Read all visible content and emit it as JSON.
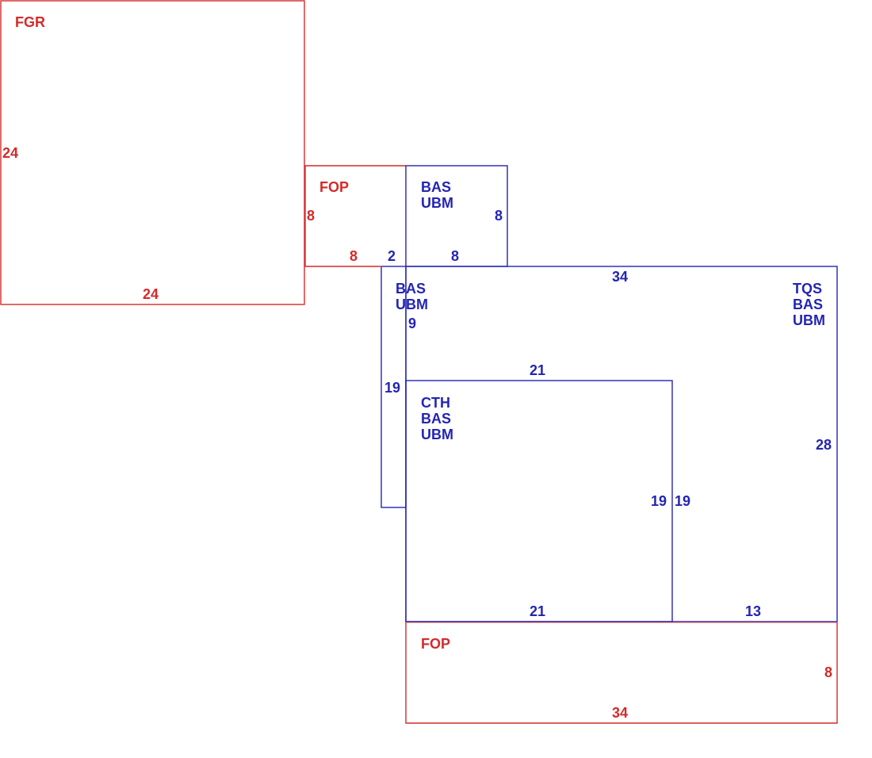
{
  "colors": {
    "red": "#d42a2a",
    "blue": "#2424b4"
  },
  "areas": {
    "fgr": {
      "codes": [
        "FGR"
      ],
      "dims": {
        "left": "24",
        "bottom": "24"
      }
    },
    "fop_top": {
      "codes": [
        "FOP"
      ],
      "dims": {
        "left": "8",
        "bottom": "8"
      }
    },
    "bas_ubm_top": {
      "codes": [
        "BAS",
        "UBM"
      ],
      "dims": {
        "right": "8",
        "bottom": "8"
      }
    },
    "bas_ubm_narrow": {
      "codes": [
        "BAS",
        "UBM"
      ],
      "dims": {
        "top": "2",
        "left": "19",
        "inner": "9"
      }
    },
    "tqs_main": {
      "codes": [
        "TQS",
        "BAS",
        "UBM"
      ],
      "dims": {
        "top": "34",
        "right": "28",
        "bottom_right": "13",
        "inner_right": "19"
      }
    },
    "cth": {
      "codes": [
        "CTH",
        "BAS",
        "UBM"
      ],
      "dims": {
        "top": "21",
        "right": "19",
        "bottom": "21"
      }
    },
    "fop_bottom": {
      "codes": [
        "FOP"
      ],
      "dims": {
        "right": "8",
        "bottom": "34"
      }
    }
  }
}
